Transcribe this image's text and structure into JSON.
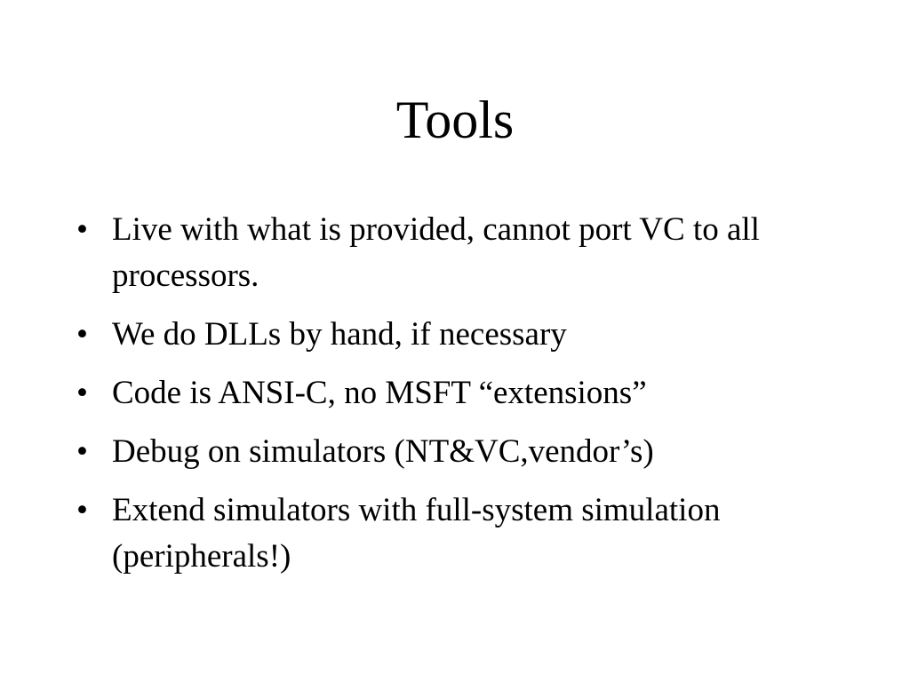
{
  "slide": {
    "title": "Tools",
    "bullet_glyph": "•",
    "bullets": [
      "Live with what is provided, cannot port VC to all processors.",
      "We do DLLs by hand, if necessary",
      "Code is ANSI-C, no MSFT “extensions”",
      "Debug on simulators (NT&VC,vendor’s)",
      "Extend simulators with full-system simulation (peripherals!)"
    ]
  }
}
